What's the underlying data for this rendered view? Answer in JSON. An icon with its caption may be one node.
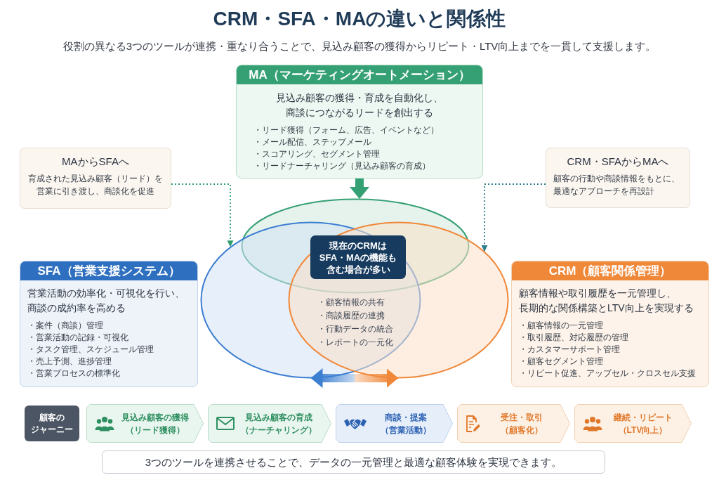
{
  "diagram": {
    "title": "CRM・SFA・MAの違いと関係性",
    "nodes": [
      {
        "text": [
          "MA（マーケティングオートメーション）",
          "見込み顧客の獲得・育成を自動化し、商談につながるリードを創出する",
          "・リード獲得（フォーム、広告、イベントなど）",
          "・メール配信、ステップメール",
          "・スコアリング、セグメント管理",
          "・リードナーチャリング（見込み顧客の育成）"
        ]
      },
      {
        "text": [
          "MAからSFAへ",
          "育成された見込み顧客（リード）を営業に引き渡し、商談化を促進"
        ]
      },
      {
        "text": [
          "CRM・SFAからMAへ",
          "顧客の行動や商談情報をもとに、最適なアプローチを再設計"
        ]
      },
      {
        "text": [
          "SFA（営業支援システム）",
          "営業活動の効率化・可視化を行い、商談の成約率を高める",
          "・案件（商談）管理",
          "・営業活動の記録・可視化",
          "・タスク管理、スケジュール管理",
          "・売上予測、進捗管理",
          "・営業プロセスの標準化"
        ]
      },
      {
        "text": [
          "CRM（顧客関係管理）",
          "顧客情報や取引履歴を一元管理し、長期的な関係構築とLTV向上を実現する",
          "・顧客情報の一元管理",
          "・取引履歴、対応履歴の管理",
          "・カスタマーサポート管理",
          "・顧客セグメント管理",
          "・リピート促進、アップセル・クロスセル支援"
        ]
      },
      {
        "text": [],
        "shape": "ellipse"
      },
      {
        "text": [],
        "shape": "ellipse"
      },
      {
        "text": [],
        "shape": "ellipse"
      },
      {
        "text": [
          "現在のCRMはSFA・MAの機能も含む場合が多い"
        ]
      },
      {
        "text": [
          "顧客のジャーニー"
        ]
      },
      {
        "text": [
          "見込み顧客の獲得",
          "（リード獲得）"
        ]
      },
      {
        "text": [
          "見込み顧客の育成",
          "（ナーチャリング）"
        ]
      },
      {
        "text": [
          "商談・提案",
          "（営業活動）"
        ]
      },
      {
        "text": [
          "受注・取引",
          "（顧客化）"
        ]
      },
      {
        "text": [
          "継続・リピート",
          "（LTV向上）"
        ]
      },
      {
        "text": [
          "3つのツールを連携させることで、データの一元管理と最適な顧客体験を実現できます。"
        ]
      }
    ],
    "edges": [
      {
        "from": 0,
        "to": 5,
        "arrow": "to",
        "style": "thick",
        "color": "#35a074"
      },
      {
        "from": 1,
        "to": 6,
        "arrow": "to",
        "style": "dashed",
        "color": "#2e9e6e"
      },
      {
        "from": 2,
        "to": 7,
        "arrow": "to",
        "style": "dashed",
        "color": "#2b7f8e"
      },
      {
        "from": 6,
        "to": 7,
        "arrow": "both",
        "style": "thick",
        "color": "#3d7fd1"
      }
    ],
    "labels": [
      "役割の異なる3つのツールが連携・重なり合うことで、見込み顧客の獲得からリピート・LTV向上までを一貫して支援します。",
      "・顧客情報の共有",
      "・商談履歴の連携",
      "・行動データの統合",
      "・レポートの一元化"
    ]
  }
}
